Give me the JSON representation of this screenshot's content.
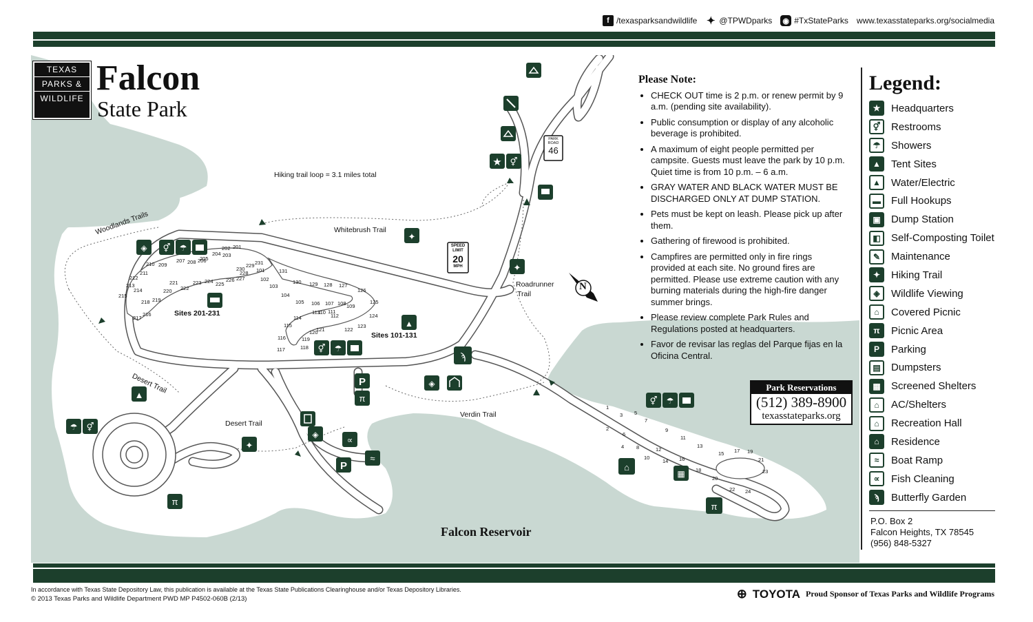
{
  "social": {
    "facebook": "/texasparksandwildlife",
    "twitter": "@TPWDparks",
    "instagram": "#TxStateParks",
    "website": "www.texasstateparks.org/socialmedia"
  },
  "logo": {
    "line1": "TEXAS",
    "line2": "PARKS &",
    "line3": "WILDLIFE"
  },
  "title": {
    "main": "Falcon",
    "sub": "State Park"
  },
  "notes": {
    "heading": "Please Note:",
    "items": [
      "CHECK OUT time is 2 p.m. or renew permit by 9 a.m. (pending site availability).",
      "Public consumption or display of any alcoholic beverage is prohibited.",
      "A maximum of eight people permitted per campsite. Guests must leave the park by 10 p.m.  Quiet time is from 10 p.m. – 6 a.m.",
      "GRAY WATER AND BLACK WATER MUST BE DISCHARGED ONLY AT DUMP STATION.",
      "Pets must be kept on leash.  Please pick up after them.",
      "Gathering of firewood is prohibited.",
      "Campfires are permitted only in fire rings provided at each site.  No ground fires are permitted.  Please use extreme caution with any burning materials during the high-fire danger summer brings.",
      "Please review complete Park Rules and Regulations posted at headquarters.",
      "Favor de revisar las reglas del Parque fijas en la Oficina Central."
    ]
  },
  "legend": {
    "heading": "Legend:",
    "items": [
      {
        "label": "Headquarters",
        "icon": "star-icon",
        "glyph": "★"
      },
      {
        "label": "Restrooms",
        "icon": "restroom-icon",
        "glyph": "⚥"
      },
      {
        "label": "Showers",
        "icon": "shower-icon",
        "glyph": "☂"
      },
      {
        "label": "Tent Sites",
        "icon": "tent-icon",
        "glyph": "▲"
      },
      {
        "label": "Water/Electric",
        "icon": "water-electric-icon",
        "glyph": "▲"
      },
      {
        "label": "Full Hookups",
        "icon": "rv-icon",
        "glyph": "▬"
      },
      {
        "label": "Dump Station",
        "icon": "dump-station-icon",
        "glyph": "▣"
      },
      {
        "label": "Self-Composting Toilet",
        "icon": "composting-toilet-icon",
        "glyph": "◧"
      },
      {
        "label": "Maintenance",
        "icon": "wrench-icon",
        "glyph": "✎"
      },
      {
        "label": "Hiking Trail",
        "icon": "hiker-icon",
        "glyph": "✦"
      },
      {
        "label": "Wildlife Viewing",
        "icon": "binoculars-icon",
        "glyph": "◈"
      },
      {
        "label": "Covered Picnic",
        "icon": "covered-picnic-icon",
        "glyph": "⌂"
      },
      {
        "label": "Picnic Area",
        "icon": "picnic-table-icon",
        "glyph": "π"
      },
      {
        "label": "Parking",
        "icon": "parking-icon",
        "glyph": "P"
      },
      {
        "label": "Dumpsters",
        "icon": "dumpster-icon",
        "glyph": "▤"
      },
      {
        "label": "Screened Shelters",
        "icon": "screened-shelter-icon",
        "glyph": "▦"
      },
      {
        "label": "AC/Shelters",
        "icon": "ac-shelter-icon",
        "glyph": "⌂"
      },
      {
        "label": "Recreation Hall",
        "icon": "recreation-hall-icon",
        "glyph": "⌂"
      },
      {
        "label": "Residence",
        "icon": "residence-icon",
        "glyph": "⌂"
      },
      {
        "label": "Boat Ramp",
        "icon": "boat-ramp-icon",
        "glyph": "≈"
      },
      {
        "label": "Fish Cleaning",
        "icon": "fish-cleaning-icon",
        "glyph": "∝"
      },
      {
        "label": "Butterfly Garden",
        "icon": "butterfly-icon",
        "glyph": "ϡ"
      }
    ]
  },
  "address": {
    "line1": "P.O. Box 2",
    "line2": "Falcon Heights, TX 78545",
    "line3": "(956) 848-5327"
  },
  "reservations": {
    "heading": "Park Reservations",
    "phone": "(512) 389-8900",
    "url": "texasstateparks.org"
  },
  "map": {
    "reservoir": "Falcon Reservoir",
    "hiking_loop": "Hiking trail loop = 3.1 miles total",
    "trails": {
      "woodlands": "Woodlands Trails",
      "whitebrush": "Whitebrush Trail",
      "roadrunner_1": "Roadrunner",
      "roadrunner_2": "Trail",
      "desert_1": "Desert Trail",
      "desert_2": "Desert Trail",
      "verdin": "Verdin Trail"
    },
    "site_groups": {
      "a": "Sites 201-231",
      "b": "Sites 101-131"
    },
    "park_road": {
      "line1": "PARK",
      "line2": "ROAD",
      "number": "46"
    },
    "speed_limit": {
      "line1": "SPEED",
      "line2": "LIMIT",
      "value": "20",
      "unit": "MPH"
    },
    "north": "N",
    "sites_201": [
      "201",
      "202",
      "203",
      "204",
      "205",
      "206",
      "207",
      "208",
      "209",
      "210",
      "211",
      "212",
      "213",
      "214",
      "215",
      "216",
      "217",
      "218",
      "219",
      "220",
      "221",
      "222",
      "223",
      "224",
      "225",
      "226",
      "227",
      "228",
      "229",
      "230",
      "231"
    ],
    "sites_101": [
      "101",
      "102",
      "103",
      "104",
      "105",
      "106",
      "107",
      "108",
      "109",
      "110",
      "111",
      "112",
      "113",
      "114",
      "115",
      "116",
      "117",
      "118",
      "119",
      "120",
      "121",
      "122",
      "123",
      "124",
      "125",
      "126",
      "127",
      "128",
      "129",
      "130",
      "131"
    ],
    "shelters": [
      "1",
      "2",
      "3",
      "4",
      "5",
      "6",
      "7",
      "8",
      "9",
      "10",
      "11",
      "12",
      "13",
      "14",
      "15",
      "16",
      "17",
      "18",
      "19",
      "20",
      "21",
      "22",
      "23",
      "24"
    ]
  },
  "footer": {
    "line1": "In accordance with Texas State Depository Law, this publication is available at the Texas State Publications Clearinghouse and/or Texas Depository Libraries.",
    "line2": "© 2013 Texas Parks and Wildlife Department   PWD MP P4502-060B (2/13)"
  },
  "sponsor": {
    "brand": "TOYOTA",
    "text": "Proud Sponsor of Texas Parks and Wildlife Programs"
  },
  "colors": {
    "primary": "#1c3f2c",
    "water": "#c9d8d2",
    "road": "#ffffff",
    "road_edge": "#555555"
  }
}
